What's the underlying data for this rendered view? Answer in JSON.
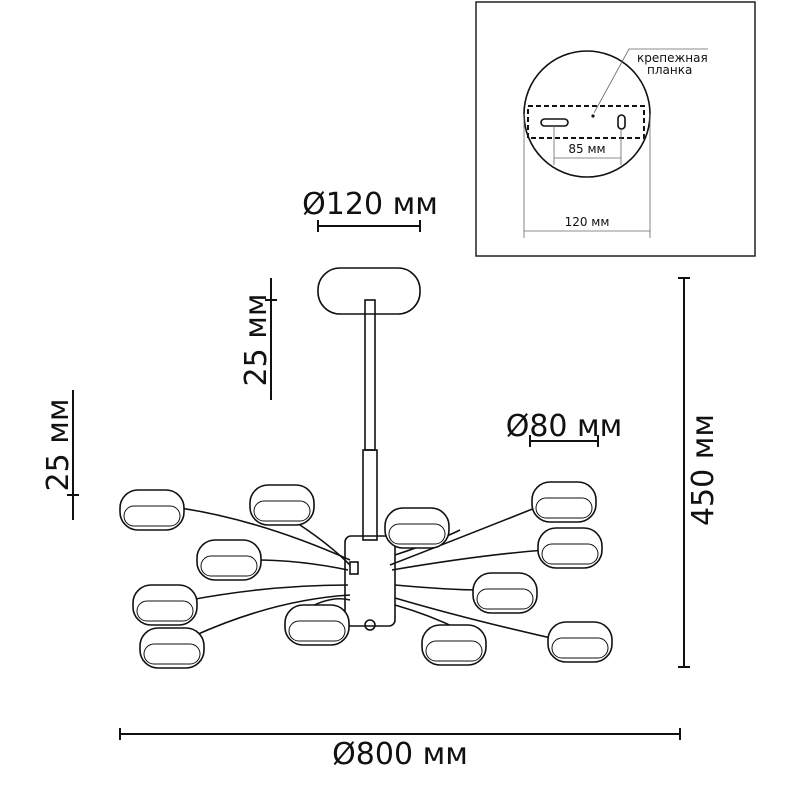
{
  "dimensions": {
    "canopy_diameter": "Ø120 мм",
    "canopy_height": "25 мм",
    "shade_height": "25 мм",
    "shade_diameter": "Ø80 мм",
    "total_height": "450 мм",
    "total_diameter": "Ø800 мм"
  },
  "inset": {
    "bracket_label_line1": "крепежная",
    "bracket_label_line2": "планка",
    "hole_spacing": "85 мм",
    "canopy_width": "120 мм"
  }
}
